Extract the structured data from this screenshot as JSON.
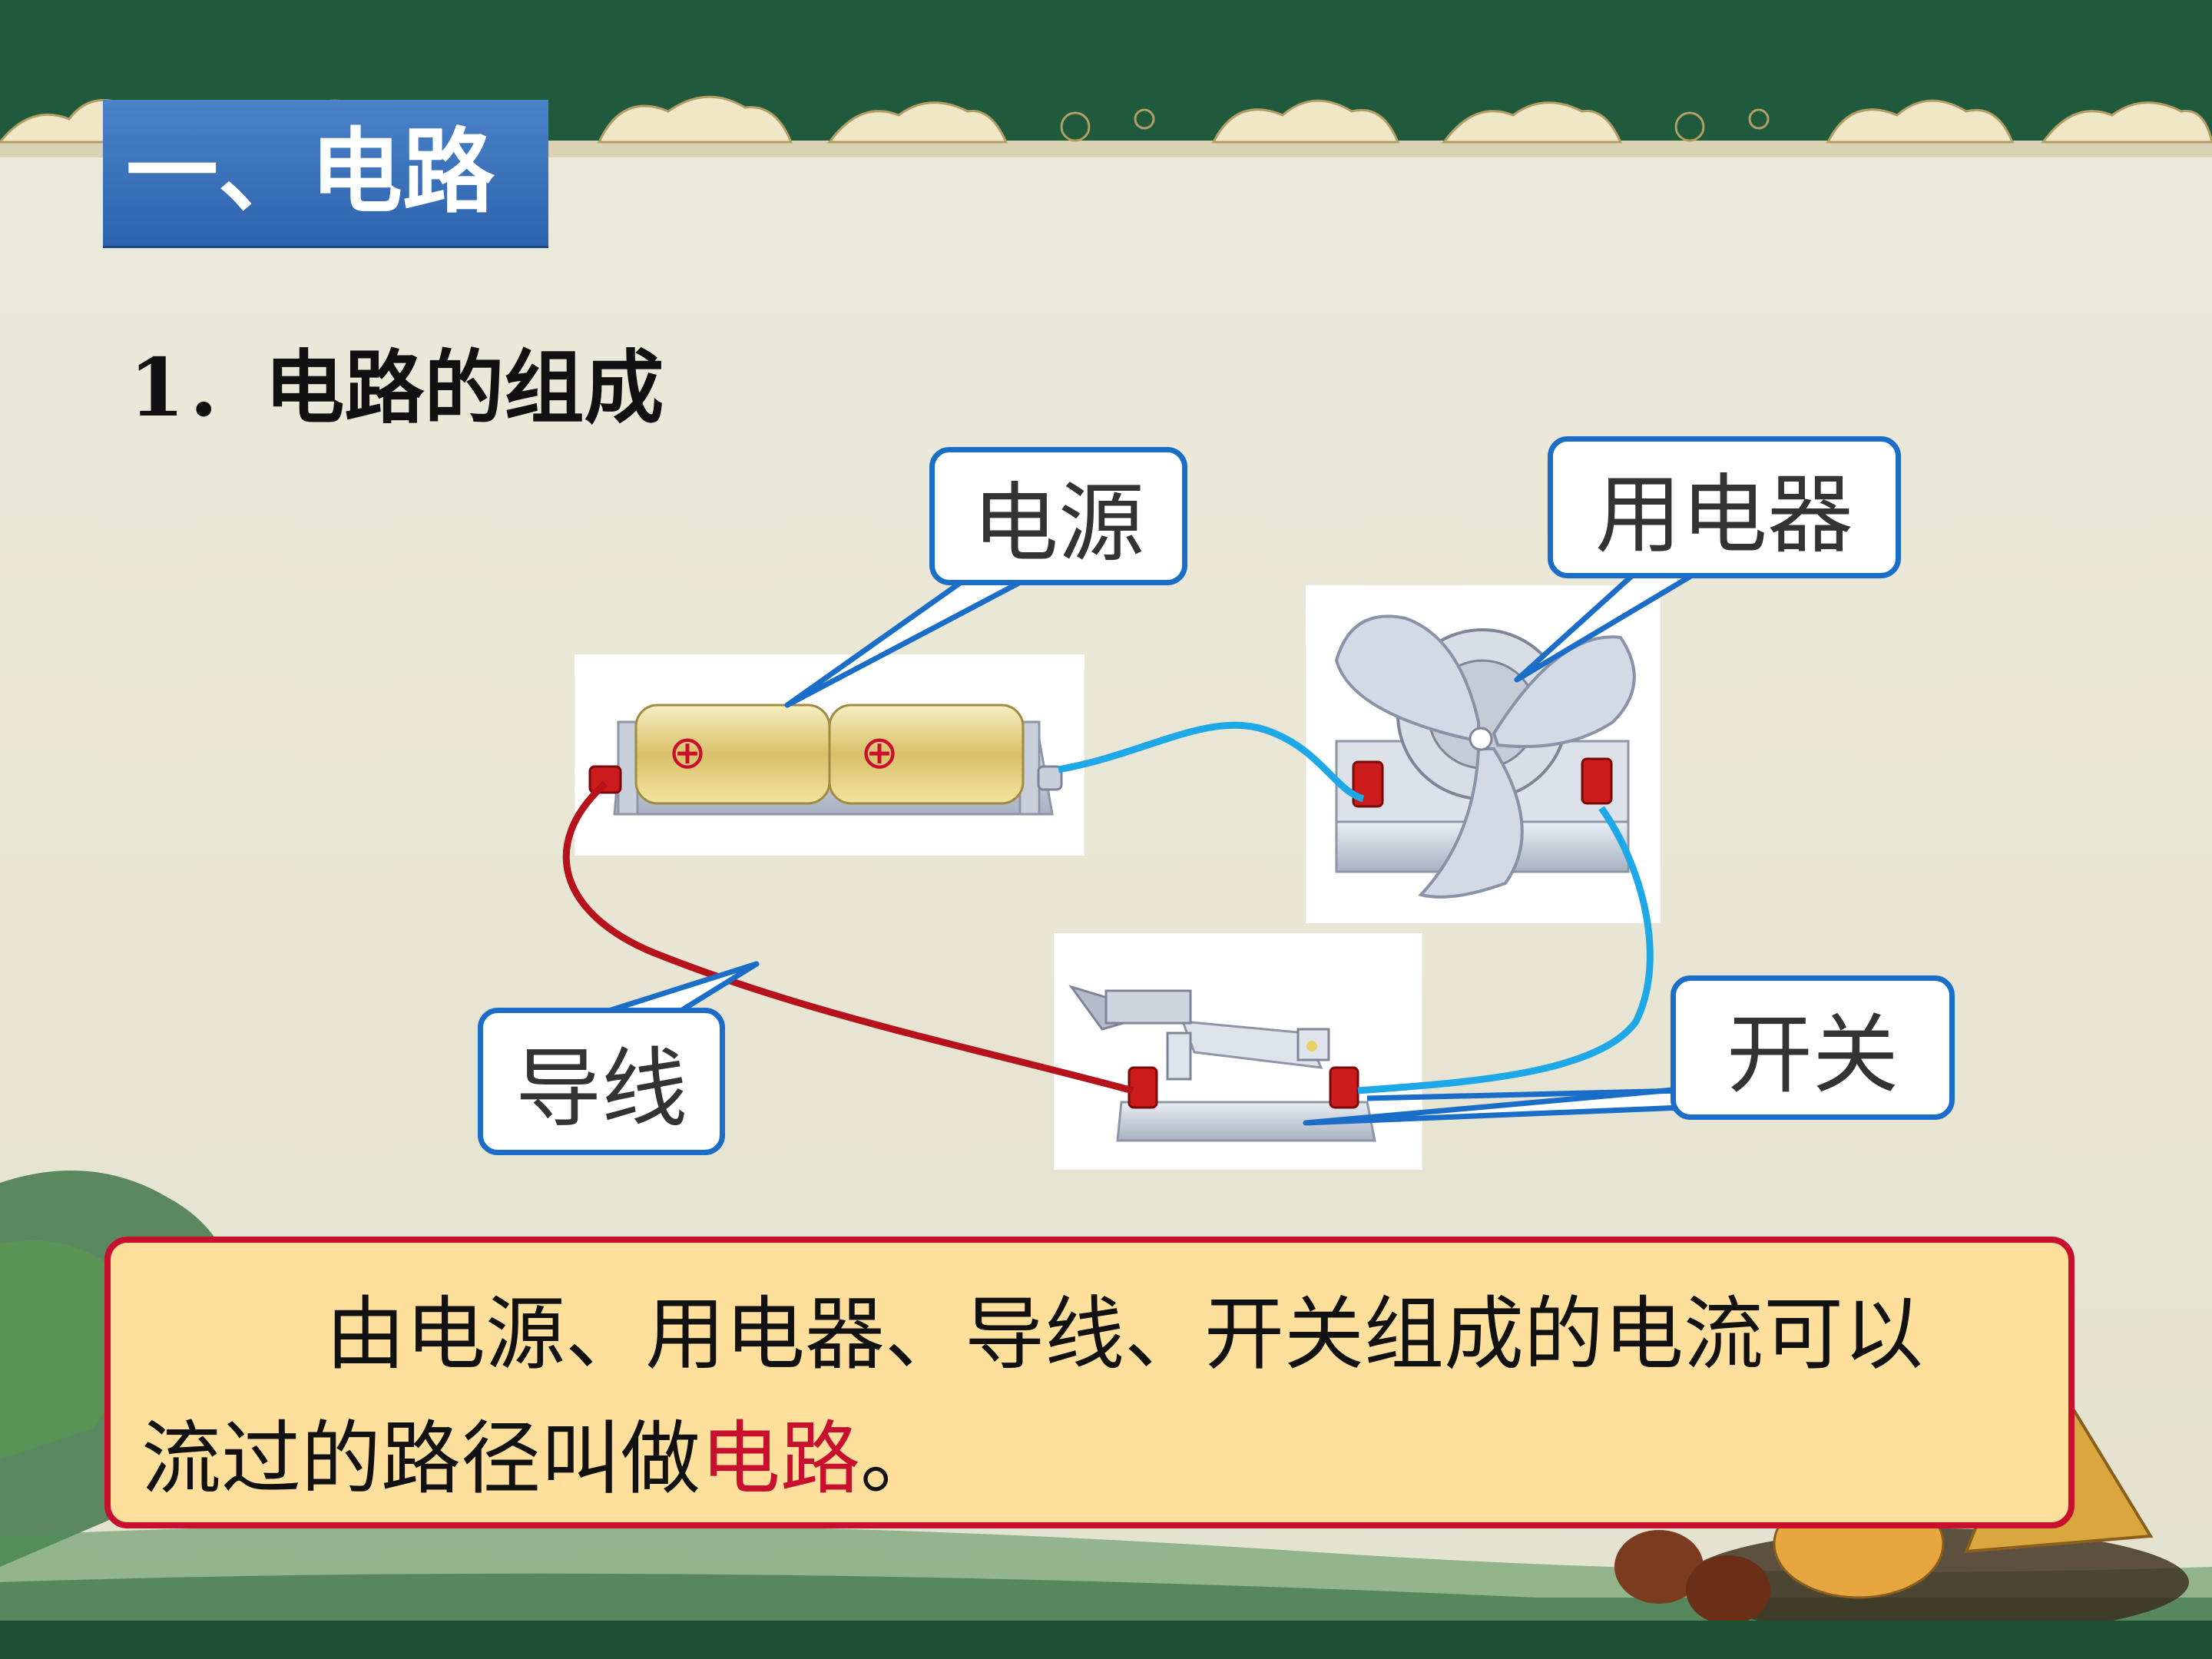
{
  "slide": {
    "title": "一、电路",
    "subheading": "1．电路的组成",
    "labels": {
      "power": "电源",
      "appliance": "用电器",
      "wire": "导线",
      "switch": "开关"
    },
    "battery_symbol": "⊕",
    "definition": {
      "line1": "由电源、用电器、导线、开关组成的电流可以",
      "line2_before": "流过的路径叫做",
      "line2_highlight": "电路",
      "line2_after": "。"
    }
  },
  "colors": {
    "title_bg": "#3a73be",
    "callout_border": "#1a6ec8",
    "highlight": "#c8102e",
    "note_bg": "#ffdf9c",
    "wire_blue": "#1fa8e8",
    "wire_red": "#b5121b"
  }
}
